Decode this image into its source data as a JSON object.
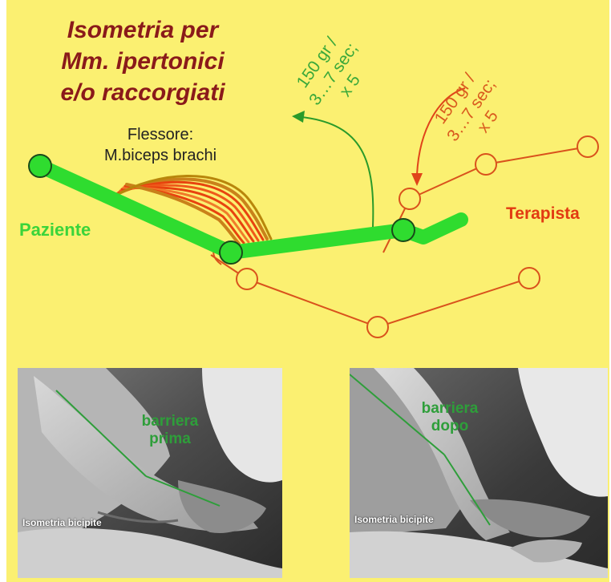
{
  "title": {
    "line1": "Isometria per",
    "line2": "Mm. ipertonici",
    "line3": "e/o raccorgiati"
  },
  "labels": {
    "muscle_line1": "Flessore:",
    "muscle_line2": "M.biceps brachi",
    "patient": "Paziente",
    "therapist": "Terapista"
  },
  "patient_force": {
    "line1": "150 gr /",
    "line2": "3…7 sec;",
    "line3": "x 5"
  },
  "therapist_force": {
    "line1": "150 gr /",
    "line2": "3…7 sec;",
    "line3": "x 5"
  },
  "photo_before": {
    "barrier_line1": "barriera",
    "barrier_line2": "prima",
    "caption": "Isometria bicipite"
  },
  "photo_after": {
    "barrier_line1": "barriera",
    "barrier_line2": "dopo",
    "caption": "Isometria bicipite"
  },
  "colors": {
    "background": "#fbf071",
    "title": "#8a1a1a",
    "patient_green": "#2fdc2f",
    "therapist_red": "#e23a12",
    "muscle_red": "#e8430f",
    "muscle_dark": "#b8860b",
    "barrier_green": "#2e9e3a"
  }
}
